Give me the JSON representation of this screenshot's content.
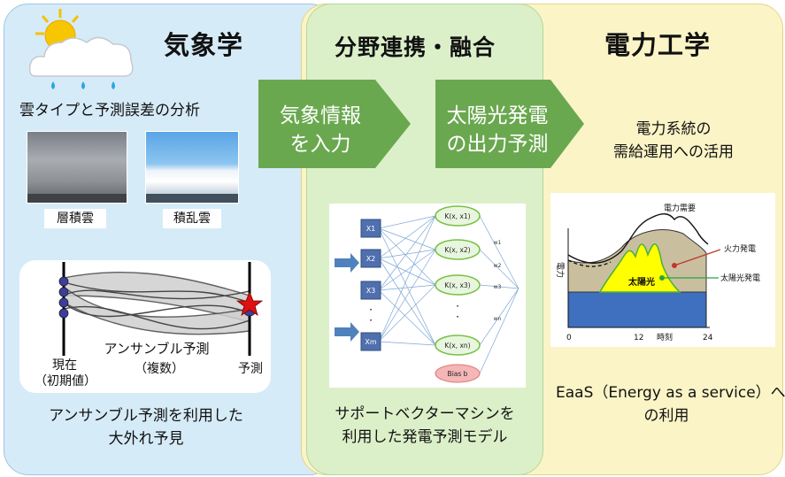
{
  "meteorology": {
    "title": "気象学",
    "cloud_analysis": "雲タイプと予測誤差の分析",
    "photo1_caption": "層積雲",
    "photo2_caption": "積乱雲",
    "ensemble": {
      "label": "アンサンブル予測",
      "now_line1": "現在",
      "now_line2": "（初期値）",
      "multiple": "（複数）",
      "forecast": "予測"
    },
    "bottom_line1": "アンサンブル予測を利用した",
    "bottom_line2": "大外れ予見"
  },
  "collaboration": {
    "title": "分野連携・融合",
    "arrow1_line1": "気象情報",
    "arrow1_line2": "を入力",
    "arrow2_line1": "太陽光発電",
    "arrow2_line2": "の出力予測",
    "svm": {
      "inputs": [
        "X1",
        "X2",
        "X3",
        "·",
        "·",
        "Xm"
      ],
      "kernels": [
        "K(x, x1)",
        "K(x, x2)",
        "K(x, x3)",
        "·",
        "·",
        "K(x, xn)"
      ],
      "bias": "Bias b",
      "weights": [
        "w1",
        "w2",
        "w3",
        "wn"
      ]
    },
    "bottom_line1": "サポートベクターマシンを",
    "bottom_line2": "利用した発電予測モデル"
  },
  "electrical": {
    "title": "電力工学",
    "usage_line1": "電力系統の",
    "usage_line2": "需給運用への活用",
    "chart": {
      "y_label": "電力",
      "demand_label": "電力需要",
      "thermal_label": "火力発電",
      "solar_label": "太陽光発電",
      "solar_area_label": "太陽光",
      "x_ticks": [
        "0",
        "12",
        "24"
      ],
      "x_label": "時刻"
    },
    "bottom_line1": "EaaS（Energy as a service）へ",
    "bottom_line2": "の利用"
  },
  "colors": {
    "arrow_green": "#6aa84f",
    "solar_yellow": "#ffff00",
    "base_blue": "#3f6fbf",
    "thermal_tan": "#c9bf9f"
  }
}
